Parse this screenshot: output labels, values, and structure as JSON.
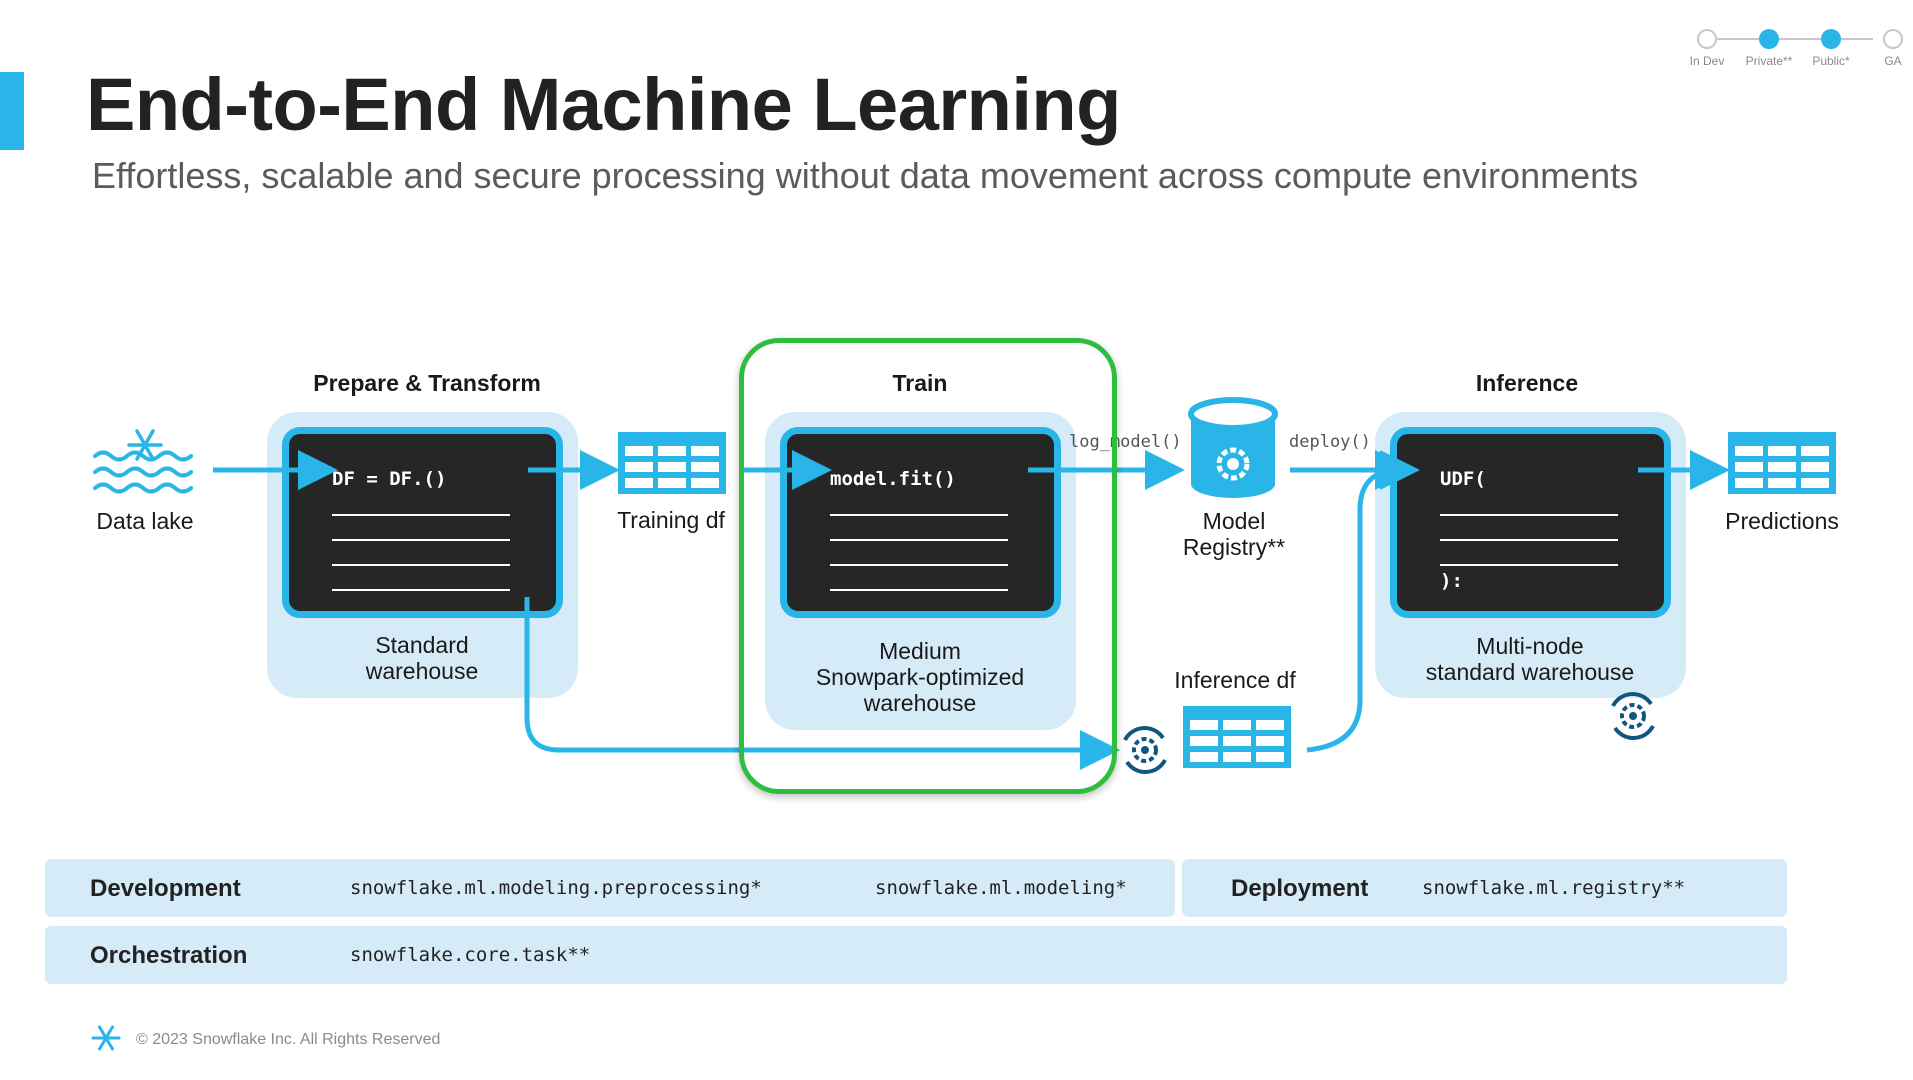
{
  "header": {
    "title": "End-to-End Machine Learning",
    "subtitle": "Effortless, scalable and secure processing without data movement across compute environments"
  },
  "stages": [
    {
      "label": "In Dev",
      "active": false
    },
    {
      "label": "Private**",
      "active": true
    },
    {
      "label": "Public*",
      "active": true
    },
    {
      "label": "GA",
      "active": false
    }
  ],
  "sections": {
    "prepare": "Prepare & Transform",
    "train": "Train",
    "inference": "Inference"
  },
  "nodes": {
    "data_lake": "Data lake",
    "training_df": "Training df",
    "model_registry_line1": "Model",
    "model_registry_line2": "Registry**",
    "inference_df": "Inference df",
    "predictions": "Predictions"
  },
  "code": {
    "prepare": "DF = DF.()",
    "train": "model.fit()",
    "inference_open": "UDF(",
    "inference_close": "):"
  },
  "warehouses": {
    "prepare_line1": "Standard",
    "prepare_line2": "warehouse",
    "train_line1": "Medium",
    "train_line2": "Snowpark-optimized",
    "train_line3": "warehouse",
    "inference_line1": "Multi-node",
    "inference_line2": "standard warehouse"
  },
  "edges": {
    "log_model": "log_model()",
    "deploy": "deploy()"
  },
  "bands": {
    "development": "Development",
    "dev_pkg_1": "snowflake.ml.modeling.preprocessing*",
    "dev_pkg_2": "snowflake.ml.modeling*",
    "deployment": "Deployment",
    "deploy_pkg": "snowflake.ml.registry**",
    "orchestration": "Orchestration",
    "orch_pkg": "snowflake.core.task**"
  },
  "footer": {
    "copyright": "© 2023 Snowflake Inc. All Rights Reserved"
  },
  "colors": {
    "accent": "#29b5e8",
    "panel": "#d5ecf8",
    "code_bg": "#262626",
    "highlight": "#2ebd3f",
    "dark_icon": "#11567f"
  }
}
